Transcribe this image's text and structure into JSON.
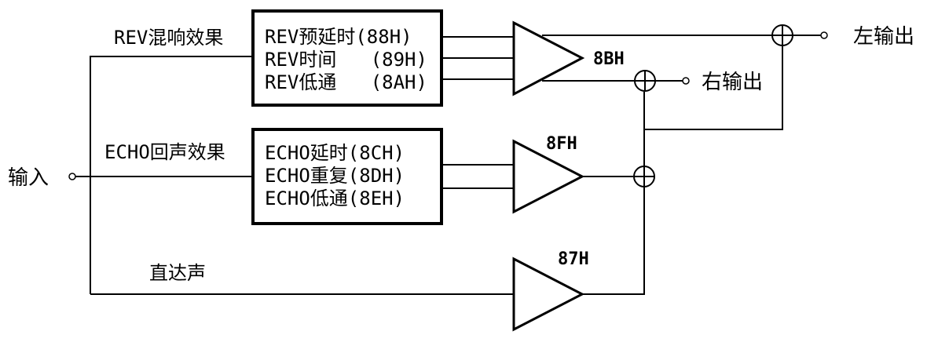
{
  "input": {
    "label": "输入"
  },
  "outputs": {
    "left": "左输出",
    "right": "右输出"
  },
  "paths": {
    "rev": {
      "label": "REV混响效果",
      "params": [
        "REV预延时(88H)",
        "REV时间   (89H)",
        "REV低通   (8AH)"
      ],
      "gain": "8BH"
    },
    "echo": {
      "label": "ECHO回声效果",
      "params": [
        "ECHO延时(8CH)",
        "ECHO重复(8DH)",
        "ECHO低通(8EH)"
      ],
      "gain": "8FH"
    },
    "direct": {
      "label": "直达声",
      "gain": "87H"
    }
  }
}
